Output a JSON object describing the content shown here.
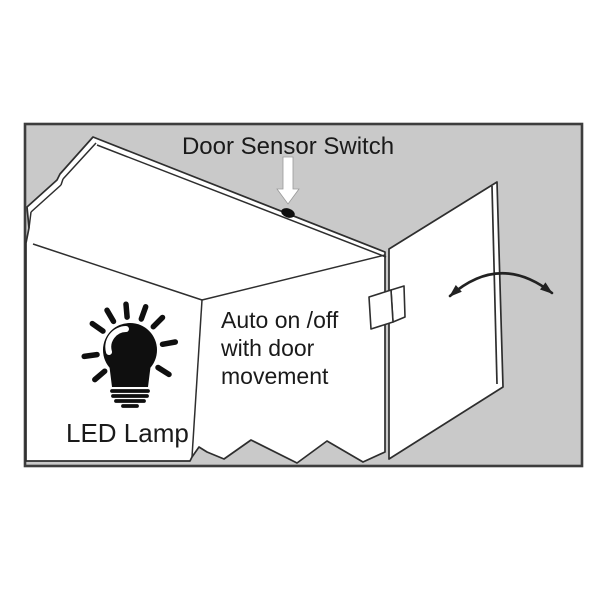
{
  "diagram": {
    "kind": "product-feature-illustration",
    "subject": "cabinet with door-activated LED lamp"
  },
  "labels": {
    "door_sensor_switch": "Door Sensor Switch",
    "auto_on_off": "Auto on /off\nwith door\nmovement",
    "led_lamp": "LED Lamp"
  },
  "icons": {
    "lamp": "lightbulb-icon",
    "sensor_pointer": "down-arrow-icon",
    "sensor": "sensor-dot-icon",
    "door_motion": "curved-double-arrow-icon"
  },
  "colors": {
    "page_background": "#ffffff",
    "frame_background": "#c9c9c9",
    "frame_border": "#3d3d3d",
    "line_art": "#2e2e2e",
    "text": "#1a1a1a",
    "pointer_arrow_fill": "#ffffff",
    "icon_fill": "#0f0f0f"
  }
}
